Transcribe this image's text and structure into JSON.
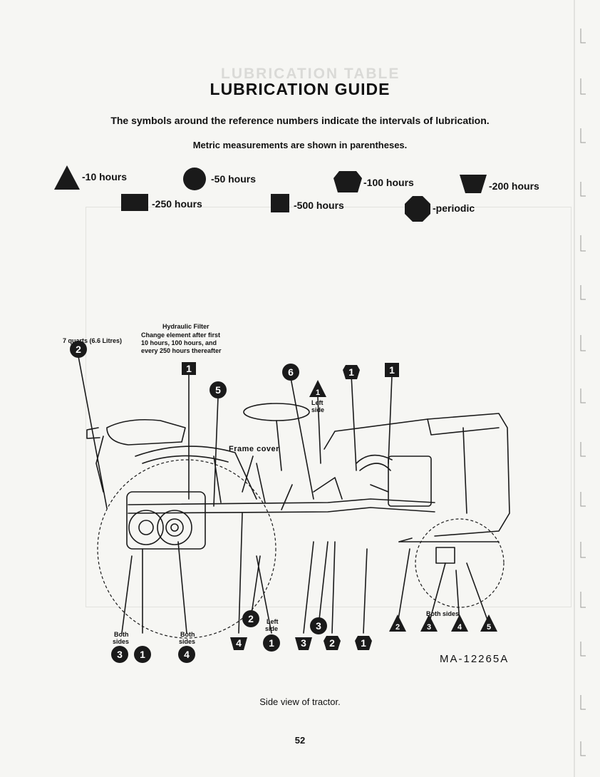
{
  "title": "LUBRICATION GUIDE",
  "intro": "The symbols around the reference numbers indicate the intervals of lubrication.",
  "metric_note": "Metric measurements are shown in parentheses.",
  "legend": [
    {
      "shape": "triangle",
      "label": "-10 hours"
    },
    {
      "shape": "circle",
      "label": "-50 hours"
    },
    {
      "shape": "keystone",
      "label": "-100 hours"
    },
    {
      "shape": "trapezoid",
      "label": "-200 hours"
    },
    {
      "shape": "wide-rectangle",
      "label": "-250 hours"
    },
    {
      "shape": "square",
      "label": "-500 hours"
    },
    {
      "shape": "octagon",
      "label": "-periodic"
    }
  ],
  "callouts": {
    "quarts": "7 quarts (6.6 Litres)",
    "hyd_filter_title": "Hydraulic Filter",
    "hyd_filter_line1": "Change element after first",
    "hyd_filter_line2": "10 hours, 100 hours, and",
    "hyd_filter_line3": "every 250 hours thereafter",
    "frame_cover": "Frame cover",
    "left_side_top_1": "Left",
    "left_side_top_2": "side",
    "left_side_bottom_1": "Left",
    "left_side_bottom_2": "side",
    "both_sides_a_1": "Both",
    "both_sides_a_2": "sides",
    "both_sides_b_1": "Both",
    "both_sides_b_2": "sides",
    "both_sides_right": "Both sides"
  },
  "markers": [
    {
      "shape": "circle",
      "number": "2"
    },
    {
      "shape": "wide-rectangle",
      "number": "1"
    },
    {
      "shape": "circle",
      "number": "6"
    },
    {
      "shape": "circle",
      "number": "5"
    },
    {
      "shape": "triangle",
      "number": "1"
    },
    {
      "shape": "keystone",
      "number": "1"
    },
    {
      "shape": "square",
      "number": "1"
    },
    {
      "shape": "circle",
      "number": "2"
    },
    {
      "shape": "circle",
      "number": "3"
    },
    {
      "shape": "circle",
      "number": "3"
    },
    {
      "shape": "circle",
      "number": "1"
    },
    {
      "shape": "circle",
      "number": "4"
    },
    {
      "shape": "trapezoid",
      "number": "4"
    },
    {
      "shape": "circle",
      "number": "1"
    },
    {
      "shape": "trapezoid",
      "number": "3"
    },
    {
      "shape": "keystone",
      "number": "2"
    },
    {
      "shape": "keystone",
      "number": "1"
    },
    {
      "shape": "triangle",
      "number": "2"
    },
    {
      "shape": "triangle",
      "number": "3"
    },
    {
      "shape": "triangle",
      "number": "4"
    },
    {
      "shape": "triangle",
      "number": "5"
    }
  ],
  "drawing_code": "MA-12265A",
  "caption": "Side view of tractor.",
  "page_number": "52"
}
